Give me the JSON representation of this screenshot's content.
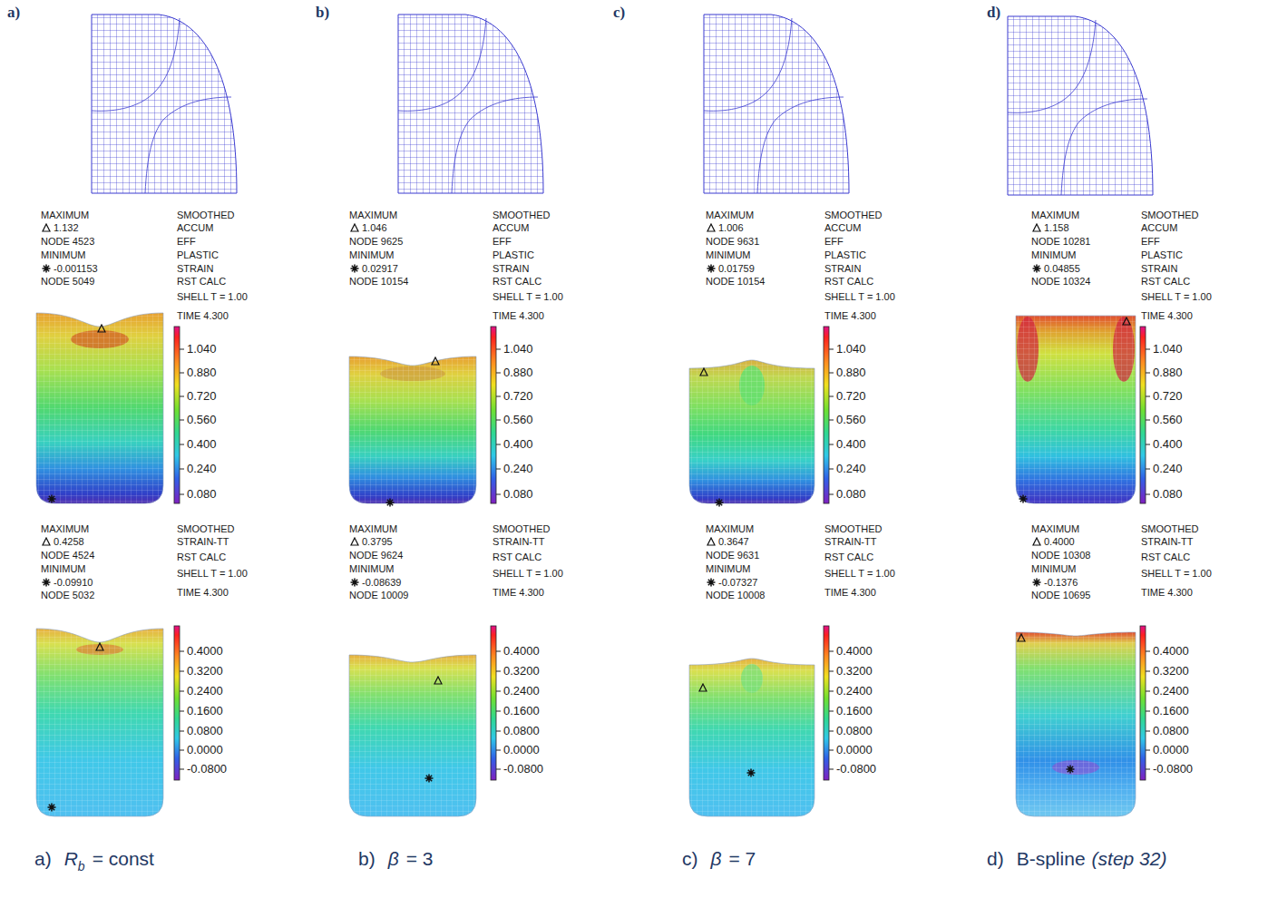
{
  "diagram": {
    "labels": [
      "a)",
      "MAXIMUM",
      "1.132",
      "NODE 4523",
      "MINIMUM",
      "-0.001153",
      "NODE 5049",
      "SMOOTHED",
      "ACCUM",
      "EFF",
      "PLASTIC",
      "STRAIN",
      "RST CALC",
      "SHELL T = 1.00",
      "TIME 4.300",
      "1.040",
      "0.880",
      "0.720",
      "0.560",
      "0.400",
      "0.240",
      "0.080",
      "MAXIMUM",
      "0.4258",
      "NODE 4524",
      "MINIMUM",
      "-0.09910",
      "NODE 5032",
      "SMOOTHED",
      "STRAIN-TT",
      "RST CALC",
      "SHELL T = 1.00",
      "TIME 4.300",
      "0.4000",
      "0.3200",
      "0.2400",
      "0.1600",
      "0.0800",
      "0.0000",
      "-0.0800",
      "b)",
      "MAXIMUM",
      "1.046",
      "NODE 9625",
      "MINIMUM",
      "0.02917",
      "NODE 10154",
      "SMOOTHED",
      "ACCUM",
      "EFF",
      "PLASTIC",
      "STRAIN",
      "RST CALC",
      "SHELL T = 1.00",
      "TIME 4.300",
      "1.040",
      "0.880",
      "0.720",
      "0.560",
      "0.400",
      "0.240",
      "0.080",
      "MAXIMUM",
      "0.3795",
      "NODE 9624",
      "MINIMUM",
      "-0.08639",
      "NODE 10009",
      "SMOOTHED",
      "STRAIN-TT",
      "RST CALC",
      "SHELL T = 1.00",
      "TIME 4.300",
      "0.4000",
      "0.3200",
      "0.2400",
      "0.1600",
      "0.0800",
      "0.0000",
      "-0.0800",
      "c)",
      "MAXIMUM",
      "1.006",
      "NODE 9631",
      "MINIMUM",
      "0.01759",
      "NODE 10154",
      "SMOOTHED",
      "ACCUM",
      "EFF",
      "PLASTIC",
      "STRAIN",
      "RST CALC",
      "SHELL T = 1.00",
      "TIME 4.300",
      "1.040",
      "0.880",
      "0.720",
      "0.560",
      "0.400",
      "0.240",
      "0.080",
      "MAXIMUM",
      "0.3647",
      "NODE 9631",
      "MINIMUM",
      "-0.07327",
      "NODE 10008",
      "SMOOTHED",
      "STRAIN-TT",
      "RST CALC",
      "SHELL T = 1.00",
      "TIME 4.300",
      "0.4000",
      "0.3200",
      "0.2400",
      "0.1600",
      "0.0800",
      "0.0000",
      "-0.0800",
      "d)",
      "MAXIMUM",
      "1.158",
      "NODE 10281",
      "MINIMUM",
      "0.04855",
      "NODE 10324",
      "SMOOTHED",
      "ACCUM",
      "EFF",
      "PLASTIC",
      "STRAIN",
      "RST CALC",
      "SHELL T = 1.00",
      "TIME 4.300",
      "1.040",
      "0.880",
      "0.720",
      "0.560",
      "0.400",
      "0.240",
      "0.080",
      "MAXIMUM",
      "0.4000",
      "NODE 10308",
      "MINIMUM",
      "-0.1376",
      "NODE 10695",
      "SMOOTHED",
      "STRAIN-TT",
      "RST CALC",
      "SHELL T = 1.00",
      "TIME 4.300",
      "0.4000",
      "0.3200",
      "0.2400",
      "0.1600",
      "0.0800",
      "0.0000",
      "-0.0800",
      "a)",
      "R",
      "b",
      "= const",
      "b)",
      "β",
      "= 3",
      "c)",
      "β",
      "= 7",
      "d)",
      "B-spline",
      "(step 32)"
    ]
  }
}
